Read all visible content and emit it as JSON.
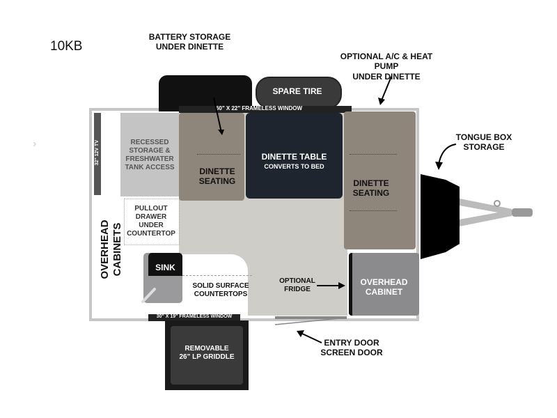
{
  "model": "10KB",
  "labels": {
    "battery": [
      "BATTERY STORAGE",
      "UNDER DINETTE"
    ],
    "ac": [
      "OPTIONAL A/C & HEAT PUMP",
      "UNDER DINETTE"
    ],
    "spare_tire": "SPARE TIRE",
    "top_window": "60\" X 22\" FRAMELESS WINDOW",
    "bottom_window": "30\" X 19\" FRAMELESS WINDOW",
    "tv": "32\" 12V TV",
    "recessed": [
      "RECESSED",
      "STORAGE &",
      "FRESHWATER",
      "TANK ACCESS"
    ],
    "dinette_left": [
      "DINETTE",
      "SEATING"
    ],
    "dinette_table": "DINETTE TABLE",
    "dinette_table_sub": "CONVERTS TO BED",
    "dinette_right": [
      "DINETTE",
      "SEATING"
    ],
    "tongue_box": [
      "TONGUE BOX",
      "STORAGE"
    ],
    "overhead_cabinets": "OVERHEAD CABINETS",
    "pullout": [
      "PULLOUT",
      "DRAWER",
      "UNDER",
      "COUNTERTOP"
    ],
    "sink": "SINK",
    "countertops": [
      "SOLID SURFACE",
      "COUNTERTOPS"
    ],
    "fridge": [
      "OPTIONAL",
      "FRIDGE"
    ],
    "overhead_cabinet": [
      "OVERHEAD",
      "CABINET"
    ],
    "entry_door": [
      "ENTRY DOOR",
      "SCREEN DOOR"
    ],
    "griddle": [
      "REMOVABLE",
      "26\" LP GRIDDLE"
    ]
  },
  "colors": {
    "seat": "#8e857b",
    "table": "#1e252e",
    "floor": "#cfcdc8",
    "cabinet": "#8b8b8d"
  }
}
